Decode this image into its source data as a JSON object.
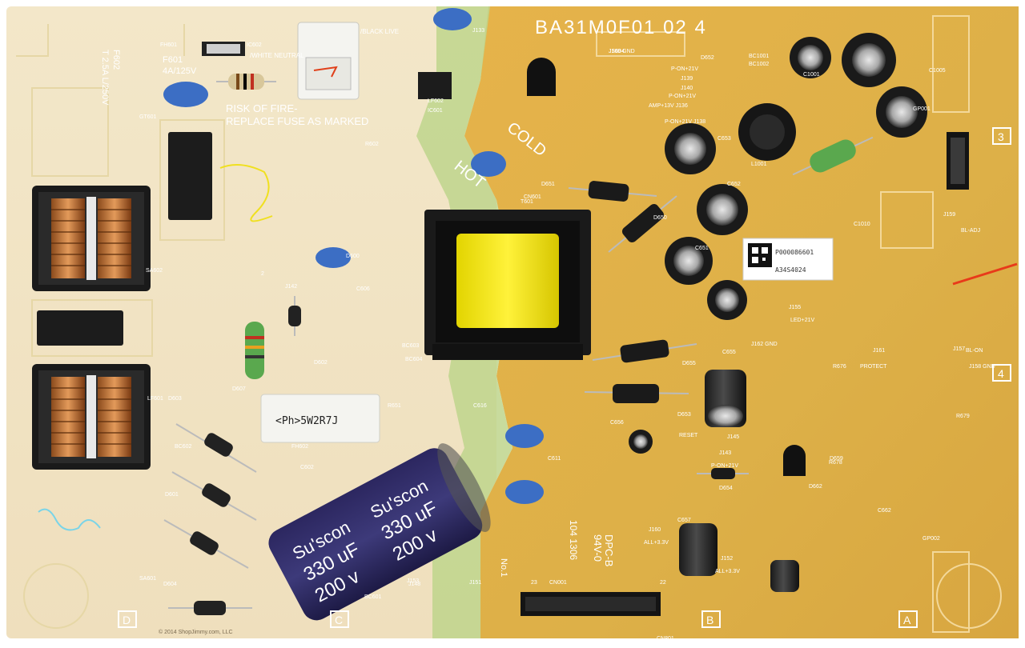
{
  "board": {
    "part_number": "BA31M0F01 02  4",
    "corner_labels": {
      "d": "D",
      "c": "C",
      "b": "B",
      "a": "A",
      "three": "3",
      "four": "4"
    },
    "hot_label": "HOT",
    "cold_label": "COLD",
    "warning_line1": "RISK OF FIRE-",
    "warning_line2": "REPLACE FUSE AS MARKED",
    "fuse_f601_name": "F601",
    "fuse_f601_rating": "4A/125V",
    "fuse_f602_name": "F602",
    "fuse_f602_rating": "T 2.5A L/250V",
    "black_live": "/BLACK LIVE",
    "white_neutral": "/WHITE NEUTRAL",
    "resistor_label": "<Ph>5W2R7J",
    "cap_brand": "Su'scon",
    "cap_value": "330 uF",
    "cap_voltage": "200 v",
    "dpc_line1": "DPC-B",
    "dpc_line2": "94V-0",
    "date_code": "104 1306",
    "no1": "No.1",
    "sticker_line1": "P000086601",
    "sticker_line2": "A34S4024",
    "copyright": "© 2014 ShopJimmy.com, LLC",
    "silk_labels": [
      "J169 GND",
      "P-ON+21V",
      "J139",
      "J140",
      "P-ON+21V",
      "AMP+13V J136",
      "P-ON+21V J138",
      "D652",
      "BC1001",
      "BC1002",
      "J155",
      "LED+21V",
      "J162 GND",
      "J145",
      "RESET",
      "J143",
      "P-ON+21V",
      "D654",
      "D655",
      "D653",
      "D651",
      "D650",
      "C655",
      "C657",
      "C656",
      "C653",
      "C652",
      "C651",
      "C1005",
      "C1001",
      "C1010",
      "GP001",
      "GP002",
      "L1001",
      "T601",
      "J160",
      "ALL+3.3V",
      "J152",
      "ALL+3.3V",
      "C662",
      "D662",
      "D659",
      "R676",
      "R679",
      "R678",
      "J159",
      "BL-ADJ",
      "J158 GND",
      "BL-ON",
      "J157",
      "PROTECT",
      "J161",
      "CN801",
      "CN601",
      "CN001",
      "22",
      "23",
      "2",
      "J142",
      "D600",
      "C606",
      "C611",
      "C616",
      "C602",
      "BC603",
      "BC604",
      "BC601",
      "BC602",
      "D601",
      "D603",
      "D604",
      "D602",
      "D607",
      "R651",
      "R602",
      "J133",
      "J151",
      "J153",
      "J148",
      "GT601",
      "SA601",
      "SA602",
      "LF601",
      "LF602",
      "IC601",
      "IC602",
      "FH601",
      "FH602",
      "JS604"
    ]
  }
}
